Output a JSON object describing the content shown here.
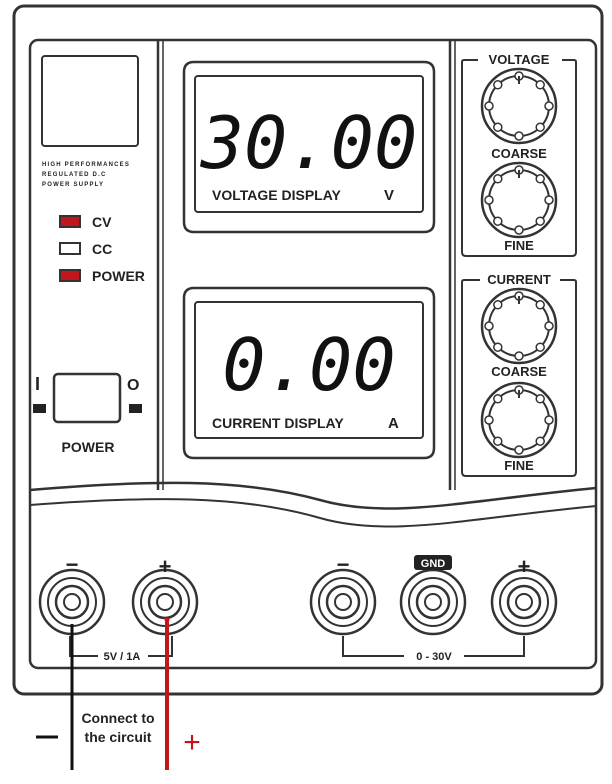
{
  "brand_text": [
    "HIGH PERFORMANCES",
    "REGULATED D.C",
    "POWER SUPPLY"
  ],
  "indicators": [
    {
      "label": "CV",
      "color": "#c0161c"
    },
    {
      "label": "CC",
      "color": "#ffffff"
    },
    {
      "label": "POWER",
      "color": "#c0161c"
    }
  ],
  "power_switch": {
    "on_symbol": "I",
    "off_symbol": "O",
    "label": "POWER"
  },
  "voltage_display": {
    "reading": "30.00",
    "label": "VOLTAGE DISPLAY",
    "unit": "V"
  },
  "current_display": {
    "reading": "0.00",
    "label": "CURRENT DISPLAY",
    "unit": "A"
  },
  "voltage_knobs": {
    "title": "VOLTAGE",
    "coarse": "COARSE",
    "fine": "FINE"
  },
  "current_knobs": {
    "title": "CURRENT",
    "coarse": "COARSE",
    "fine": "FINE"
  },
  "terminals": {
    "aux_minus": "−",
    "aux_plus": "+",
    "aux_rating": "5V / 1A",
    "main_minus": "−",
    "ground": "GND",
    "main_plus": "+",
    "main_range": "0 - 30V"
  },
  "annotation": {
    "line1": "Connect to",
    "line2": "the circuit",
    "minus": "−",
    "plus": "+"
  },
  "colors": {
    "wire_black": "#111111",
    "wire_red": "#c0161c",
    "led_red": "#c0161c",
    "panel_line": "#333333"
  }
}
